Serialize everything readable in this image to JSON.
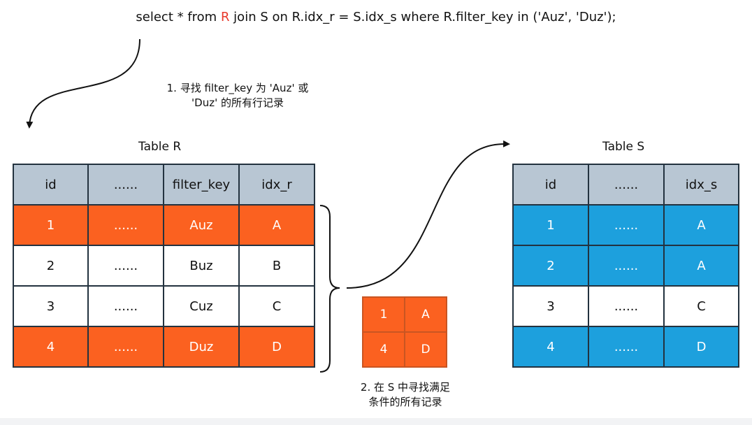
{
  "query": {
    "before": "select * from ",
    "highlight": "R",
    "after": " join S on R.idx_r = S.idx_s where R.filter_key in ('Auz', 'Duz');"
  },
  "step1": "1. 寻找 filter_key 为 'Auz' 或\n'Duz' 的所有行记录",
  "step2": "2. 在 S 中寻找满足\n条件的所有记录",
  "table_r": {
    "title": "Table R",
    "columns": [
      "id",
      "......",
      "filter_key",
      "idx_r"
    ],
    "rows": [
      {
        "cells": [
          "1",
          "......",
          "Auz",
          "A"
        ],
        "highlighted": true
      },
      {
        "cells": [
          "2",
          "......",
          "Buz",
          "B"
        ],
        "highlighted": false
      },
      {
        "cells": [
          "3",
          "......",
          "Cuz",
          "C"
        ],
        "highlighted": false
      },
      {
        "cells": [
          "4",
          "......",
          "Duz",
          "D"
        ],
        "highlighted": true
      }
    ]
  },
  "table_s": {
    "title": "Table S",
    "columns": [
      "id",
      "......",
      "idx_s"
    ],
    "rows": [
      {
        "cells": [
          "1",
          "......",
          "A"
        ],
        "highlighted": true
      },
      {
        "cells": [
          "2",
          "......",
          "A"
        ],
        "highlighted": true
      },
      {
        "cells": [
          "3",
          "......",
          "C"
        ],
        "highlighted": false
      },
      {
        "cells": [
          "4",
          "......",
          "D"
        ],
        "highlighted": true
      }
    ]
  },
  "result": [
    [
      "1",
      "A"
    ],
    [
      "4",
      "D"
    ]
  ],
  "colors": {
    "highlight_r": "#fb6120",
    "highlight_s": "#1da0dd",
    "header": "#b8c6d3",
    "query_highlight": "#e8392b"
  }
}
